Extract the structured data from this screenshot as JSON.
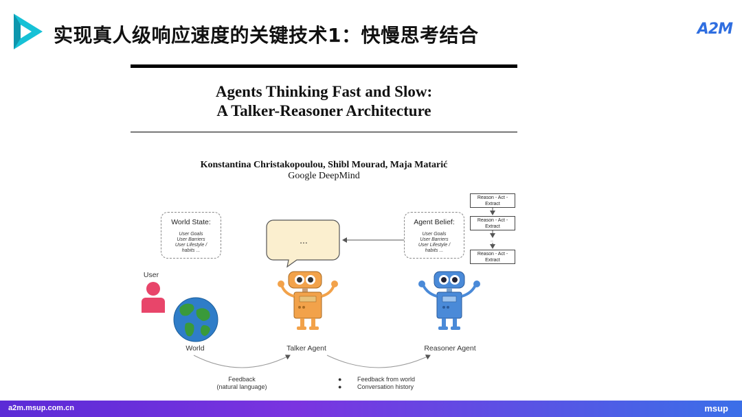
{
  "header": {
    "title": "实现真人级响应速度的关键技术1：快慢思考结合",
    "brand_logo": "A2M"
  },
  "paper": {
    "title_line1": "Agents Thinking Fast and Slow:",
    "title_line2": "A Talker-Reasoner Architecture",
    "authors": "Konstantina Christakopoulou, Shibl Mourad, Maja Matarić",
    "affiliation": "Google DeepMind"
  },
  "figure": {
    "world_state": {
      "heading": "World State:",
      "items": [
        "User Goals",
        "User Barriers",
        "User Lifestyle /",
        "habits ..."
      ]
    },
    "agent_belief": {
      "heading": "Agent Belief:",
      "items": [
        "User Goals",
        "User Barriers",
        "User Lifestyle /",
        "habits ..."
      ]
    },
    "speech_bubble": "...",
    "reason_steps": [
      {
        "line1": "Reason - Act -",
        "line2": "Extract"
      },
      {
        "line1": "Reason - Act -",
        "line2": "Extract"
      },
      {
        "line1": "Reason - Act -",
        "line2": "Extract"
      }
    ],
    "user_label": "User",
    "world_label": "World",
    "talker_label": "Talker Agent",
    "reasoner_label": "Reasoner Agent",
    "feedback_line1": "Feedback",
    "feedback_line2": "(natural language)",
    "bullets": [
      "Feedback from world",
      "Conversation history"
    ]
  },
  "footer": {
    "url": "a2m.msup.com.cn",
    "brand": "msup"
  },
  "colors": {
    "logo_cyan": "#16c1d6",
    "accent_blue": "#2f6ee0",
    "talker_orange": "#f2a24a",
    "reasoner_blue": "#4a8ad8",
    "user_pink": "#e8456a",
    "bubble_fill": "#fbefcf"
  }
}
